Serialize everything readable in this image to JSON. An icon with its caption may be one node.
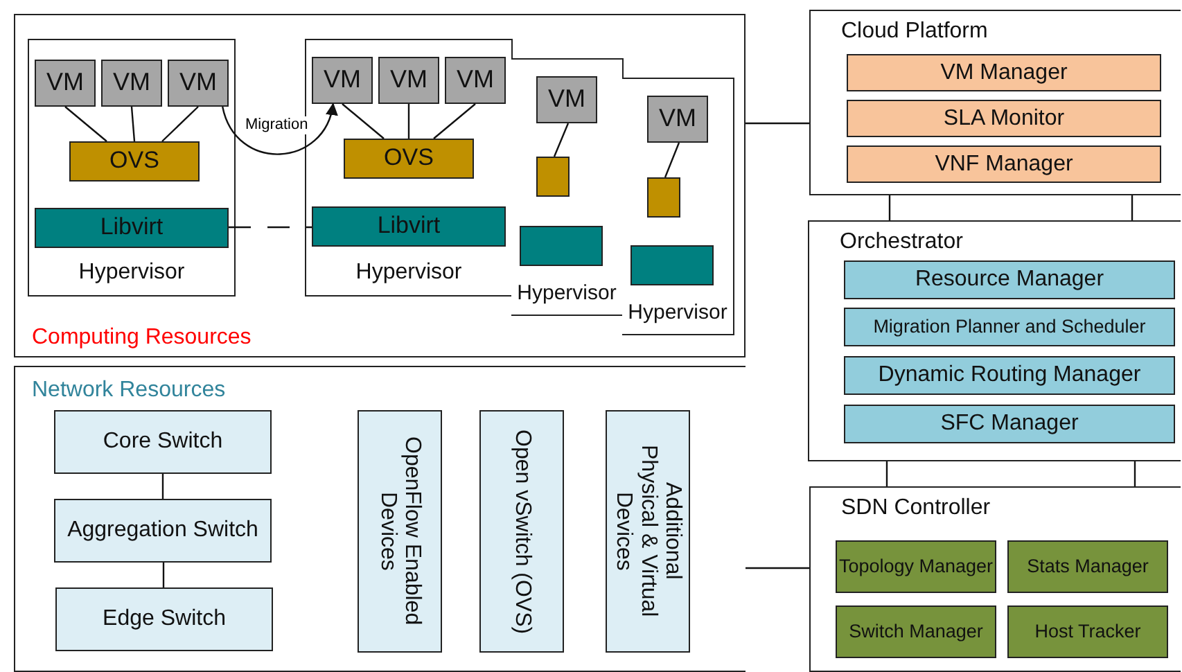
{
  "diagram": {
    "nodes": [
      {
        "text": [
          "Computing Resources"
        ]
      },
      {
        "text": [
          "Hypervisor"
        ],
        "in": 0
      },
      {
        "text": [
          "VM"
        ],
        "in": 1
      },
      {
        "text": [
          "VM"
        ],
        "in": 1
      },
      {
        "text": [
          "VM"
        ],
        "in": 1
      },
      {
        "text": [
          "OVS"
        ],
        "in": 1
      },
      {
        "text": [
          "Libvirt"
        ],
        "in": 1
      },
      {
        "text": [
          "Hypervisor"
        ],
        "in": 0
      },
      {
        "text": [
          "VM"
        ],
        "in": 7
      },
      {
        "text": [
          "VM"
        ],
        "in": 7
      },
      {
        "text": [
          "VM"
        ],
        "in": 7
      },
      {
        "text": [
          "OVS"
        ],
        "in": 7
      },
      {
        "text": [
          "Libvirt"
        ],
        "in": 7
      },
      {
        "text": [
          "Hypervisor"
        ],
        "in": 0
      },
      {
        "text": [
          "VM"
        ],
        "in": 13
      },
      {
        "text": [],
        "shape": "box",
        "in": 13
      },
      {
        "text": [],
        "shape": "box",
        "in": 13
      },
      {
        "text": [
          "Hypervisor"
        ],
        "in": 0
      },
      {
        "text": [
          "VM"
        ],
        "in": 17
      },
      {
        "text": [],
        "shape": "box",
        "in": 17
      },
      {
        "text": [],
        "shape": "box",
        "in": 17
      },
      {
        "text": [
          "Network Resources"
        ]
      },
      {
        "text": [
          "Core Switch"
        ],
        "in": 21
      },
      {
        "text": [
          "Aggregation Switch"
        ],
        "in": 21
      },
      {
        "text": [
          "Edge Switch"
        ],
        "in": 21
      },
      {
        "text": [
          "OpenFlow Enabled Devices"
        ],
        "in": 21
      },
      {
        "text": [
          "Open vSwitch (OVS)"
        ],
        "in": 21
      },
      {
        "text": [
          "Additional Physical & Virtual Devices"
        ],
        "in": 21
      },
      {
        "text": [
          "Cloud Platform"
        ]
      },
      {
        "text": [
          "VM Manager"
        ],
        "in": 28
      },
      {
        "text": [
          "SLA Monitor"
        ],
        "in": 28
      },
      {
        "text": [
          "VNF Manager"
        ],
        "in": 28
      },
      {
        "text": [
          "Orchestrator"
        ]
      },
      {
        "text": [
          "Resource Manager"
        ],
        "in": 32
      },
      {
        "text": [
          "Migration Planner and Scheduler"
        ],
        "in": 32
      },
      {
        "text": [
          "Dynamic Routing Manager"
        ],
        "in": 32
      },
      {
        "text": [
          "SFC Manager"
        ],
        "in": 32
      },
      {
        "text": [
          "SDN Controller"
        ]
      },
      {
        "text": [
          "Topology Manager"
        ],
        "in": 37
      },
      {
        "text": [
          "Stats Manager"
        ],
        "in": 37
      },
      {
        "text": [
          "Switch Manager"
        ],
        "in": 37
      },
      {
        "text": [
          "Host Tracker"
        ],
        "in": 37
      }
    ],
    "edges": [
      {
        "from": 2,
        "to": 5,
        "arrow": "none"
      },
      {
        "from": 3,
        "to": 5,
        "arrow": "none"
      },
      {
        "from": 4,
        "to": 5,
        "arrow": "none"
      },
      {
        "from": 4,
        "to": 8,
        "arrow": "to",
        "label": "Migration"
      },
      {
        "from": 6,
        "to": 12,
        "arrow": "none",
        "style": "dashed"
      },
      {
        "from": 8,
        "to": 11,
        "arrow": "none"
      },
      {
        "from": 9,
        "to": 11,
        "arrow": "none"
      },
      {
        "from": 10,
        "to": 11,
        "arrow": "none"
      },
      {
        "from": 14,
        "to": 15,
        "arrow": "none"
      },
      {
        "from": 18,
        "to": 19,
        "arrow": "none"
      },
      {
        "from": 22,
        "to": 23,
        "arrow": "none"
      },
      {
        "from": 23,
        "to": 24,
        "arrow": "none"
      },
      {
        "from": 0,
        "to": 28,
        "arrow": "none"
      },
      {
        "from": 21,
        "to": 37,
        "arrow": "none"
      },
      {
        "from": 28,
        "to": 32,
        "arrow": "none"
      },
      {
        "from": 28,
        "to": 32,
        "arrow": "none"
      },
      {
        "from": 32,
        "to": 37,
        "arrow": "none"
      },
      {
        "from": 32,
        "to": 37,
        "arrow": "none"
      }
    ]
  }
}
